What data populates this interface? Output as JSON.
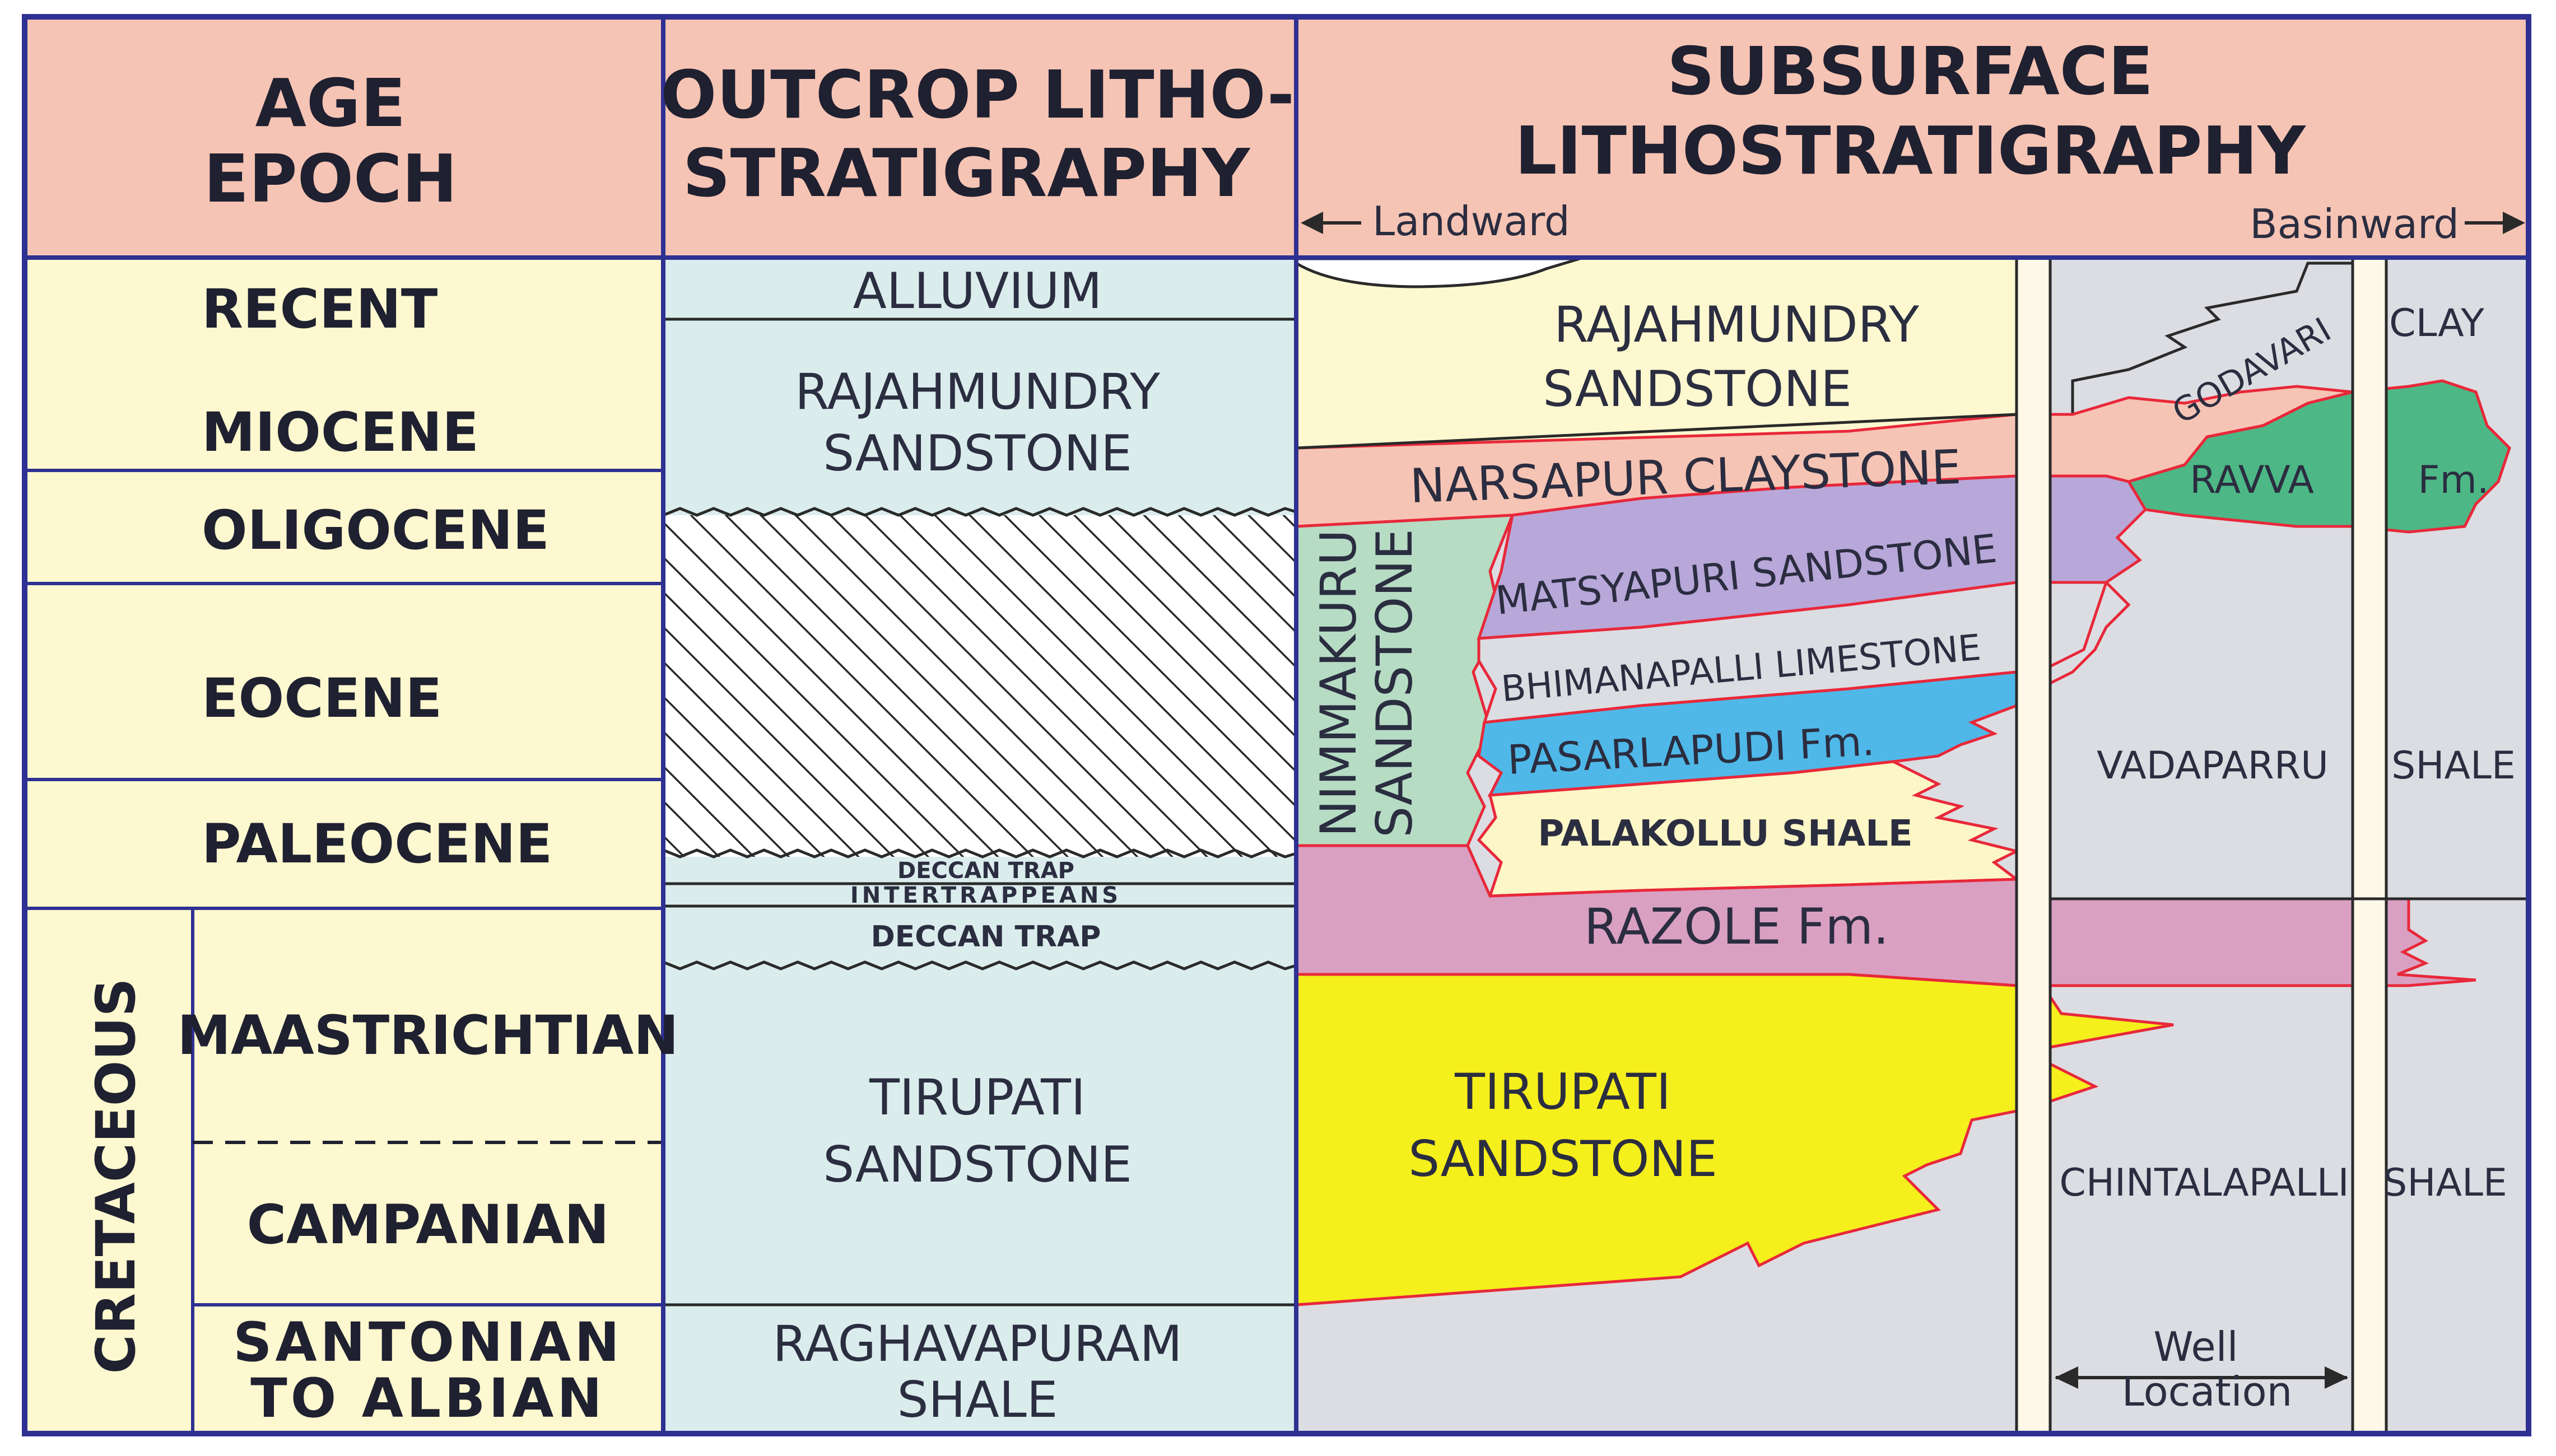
{
  "headers": {
    "age": [
      "AGE",
      "EPOCH"
    ],
    "outcrop": [
      "OUTCROP LITHO-",
      "STRATIGRAPHY"
    ],
    "subsurface": [
      "SUBSURFACE",
      "LITHOSTRATIGRAPHY"
    ],
    "landward": "Landward",
    "basinward": "Basinward"
  },
  "epochs": {
    "recent": "RECENT",
    "miocene": "MIOCENE",
    "oligocene": "OLIGOCENE",
    "eocene": "EOCENE",
    "paleocene": "PALEOCENE",
    "cretaceous": "CRETACEOUS",
    "maastrichtian": "MAASTRICHTIAN",
    "campanian": "CAMPANIAN",
    "santonian": [
      "SANTONIAN",
      "TO ALBIAN"
    ]
  },
  "outcrop_units": {
    "alluvium": "ALLUVIUM",
    "rajahmundry": [
      "RAJAHMUNDRY",
      "SANDSTONE"
    ],
    "deccan_trap_upper": "DECCAN TRAP",
    "intertrappeans": "INTERTRAPPEANS",
    "deccan_trap_lower": "DECCAN TRAP",
    "tirupati": [
      "TIRUPATI",
      "SANDSTONE"
    ],
    "raghavapuram": [
      "RAGHAVAPURAM",
      "SHALE"
    ]
  },
  "subsurface_units": {
    "rajahmundry": [
      "RAJAHMUNDRY",
      "SANDSTONE"
    ],
    "narsapur": "NARSAPUR  CLAYSTONE",
    "nimmakuru": [
      "NIMMAKURU",
      "SANDSTONE"
    ],
    "matsyapuri": "MATSYAPURI SANDSTONE",
    "bhimanapalli": "BHIMANAPALLI LIMESTONE",
    "pasarlapudi": "PASARLAPUDI Fm.",
    "palakollu": "PALAKOLLU SHALE",
    "razole": "RAZOLE Fm.",
    "tirupati": [
      "TIRUPATI",
      "SANDSTONE"
    ],
    "godavari": "GODAVARI",
    "clay": "CLAY",
    "ravva": "RAVVA",
    "fm": "Fm.",
    "vadaparru": "VADAPARRU",
    "shale_upper": "SHALE",
    "chintalapalli": "CHINTALAPALLI",
    "shale_lower": "SHALE",
    "well_location": [
      "Well",
      "Location"
    ]
  },
  "colors": {
    "border": "#2e3192",
    "header": "#f6c4b4",
    "age_bg": "#fdf8cf",
    "outcrop_bg": "#dbecec",
    "subsurface_bg": "#dcdde2",
    "rajahmundry": "#fdf8cf",
    "narsapur": "#f6c4b4",
    "matsyapuri": "#b8a8d9",
    "bhimanapalli": "#dcdde2",
    "pasarlapudi": "#4fb8e8",
    "palakollu": "#fdf6c6",
    "nimmakuru": "#b6dcc4",
    "razole": "#d9a0c2",
    "tirupati": "#f5ef1c",
    "ravva": "#4db886",
    "boundary": "#e8283a"
  }
}
